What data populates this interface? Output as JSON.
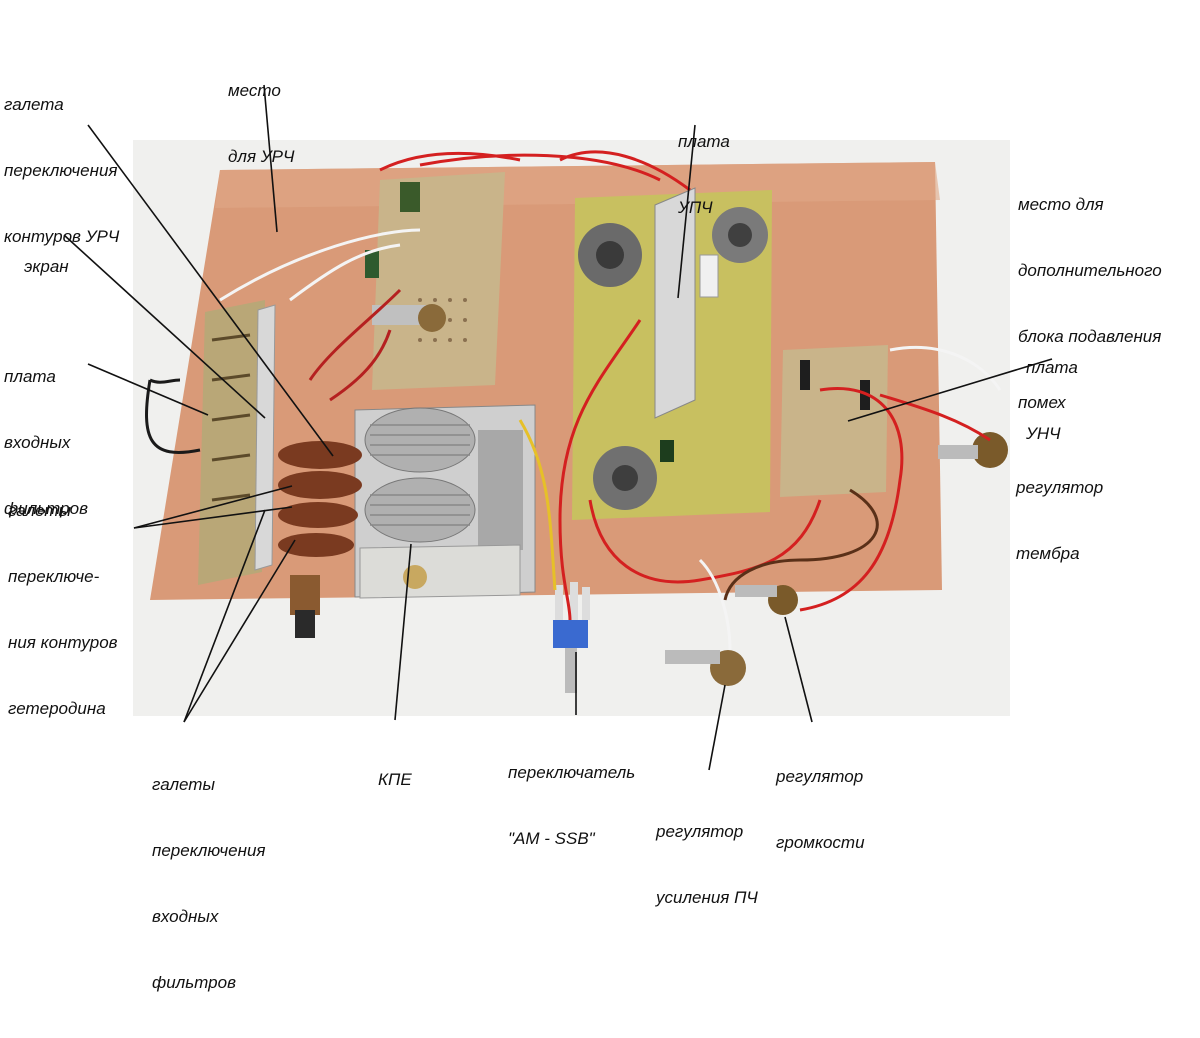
{
  "colors": {
    "background": "#ffffff",
    "photo_backdrop": "#f0f0ee",
    "board": "#d99a78",
    "pcb_green": "#c8c060",
    "pcb_tan": "#c9b48a",
    "wire_red": "#d42020",
    "wire_white": "#f4f4f4",
    "wire_brown": "#5a3018",
    "wire_black": "#1a1a1a",
    "leader_line": "#111111"
  },
  "labels": {
    "galeta_urch": [
      "галета",
      "переключения",
      "контуров УРЧ"
    ],
    "mesto_urch": [
      "место",
      "для УРЧ"
    ],
    "plata_upch": [
      "плата",
      "УПЧ"
    ],
    "mesto_dop": [
      "место для",
      "дополнительного",
      "блока подавления",
      "помех"
    ],
    "ekran": [
      "экран"
    ],
    "plata_vkh": [
      "плата",
      "входных",
      "фильтров"
    ],
    "plata_unch": [
      "плата",
      "УНЧ"
    ],
    "galety_geterodina": [
      "галеты",
      "переключе-",
      "ния контуров",
      "гетеродина"
    ],
    "regulyator_tembra": [
      "регулятор",
      "тембра"
    ],
    "galety_vkh": [
      "галеты",
      "переключения",
      "входных",
      "фильтров"
    ],
    "kpe": [
      "КПЕ"
    ],
    "pereklyuchatel": [
      "переключатель",
      "\"AM - SSB\""
    ],
    "regulyator_gromkosti": [
      "регулятор",
      "громкости"
    ],
    "regulyator_pch": [
      "регулятор",
      "усиления ПЧ"
    ]
  }
}
